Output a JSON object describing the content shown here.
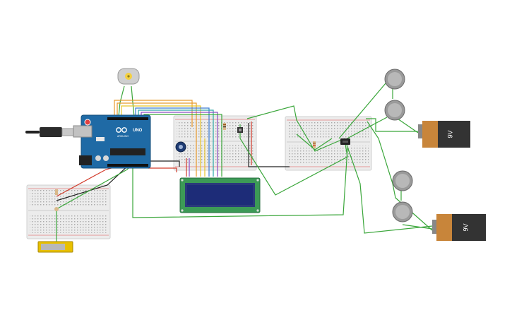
{
  "arduino": {
    "brand": "UNO",
    "sub": "ARDUINO"
  },
  "batteries": [
    {
      "label": "9V"
    },
    {
      "label": "9V"
    }
  ],
  "colors": {
    "wire_green": "#3aa63a",
    "wire_red": "#d23a2a",
    "wire_black": "#222222",
    "wire_orange": "#e89a2a",
    "wire_yellow": "#e8c52a",
    "wire_blue": "#3a7ad2",
    "wire_purple": "#8a4ac2",
    "wire_teal": "#2aa8a8",
    "arduino_blue": "#1f6aa5",
    "breadboard": "#ececec",
    "lcd_green": "#3c9a56",
    "lcd_screen": "#1d2c78",
    "battery_orange": "#c8853a",
    "battery_black": "#333333"
  },
  "components": [
    "usb-cable-icon",
    "dc-motor-icon",
    "arduino-uno-icon",
    "lcd-display-icon",
    "potentiometer-icon",
    "transistor-icon",
    "vibration-motor-icon",
    "9v-battery-icon",
    "slide-potentiometer-icon",
    "breadboard-icon",
    "resistor-icon"
  ]
}
